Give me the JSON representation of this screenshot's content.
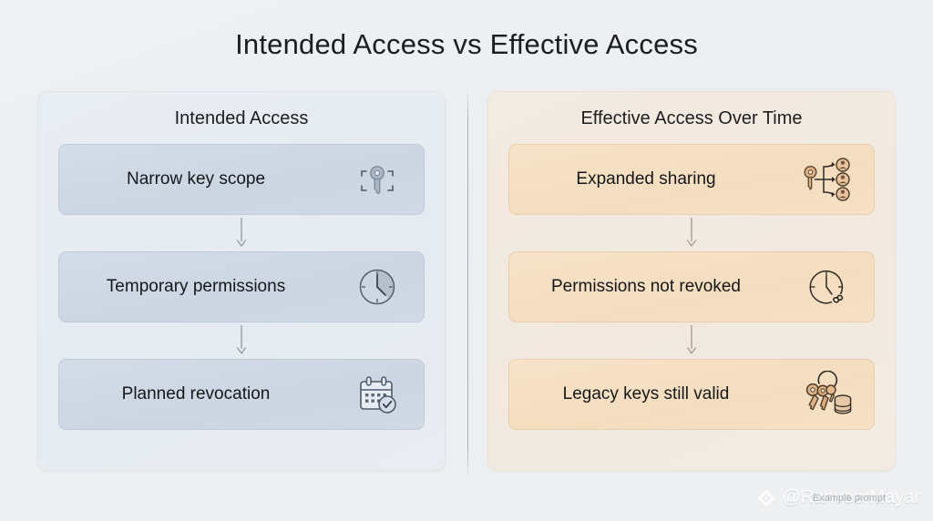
{
  "slide": {
    "title": "Intended Access vs Effective Access"
  },
  "panels": {
    "left": {
      "heading": "Intended Access",
      "accent": "#ccd6e2",
      "border": "#c0cbd9",
      "background": "#e7ecf1",
      "steps": [
        {
          "label": "Narrow key scope",
          "icon": "key-in-scope-brackets-icon"
        },
        {
          "label": "Temporary permissions",
          "icon": "clock-partial-sector-icon"
        },
        {
          "label": "Planned revocation",
          "icon": "calendar-check-icon"
        }
      ]
    },
    "right": {
      "heading": "Effective Access Over Time",
      "accent": "#f4ddbf",
      "border": "#e9cfae",
      "background": "#f1eae0",
      "steps": [
        {
          "label": "Expanded sharing",
          "icon": "key-shared-to-three-users-icon"
        },
        {
          "label": "Permissions not revoked",
          "icon": "clock-infinity-icon"
        },
        {
          "label": "Legacy keys still valid",
          "icon": "keyring-with-database-icon"
        }
      ]
    }
  },
  "connector": {
    "icon": "arrow-down-icon"
  },
  "watermark": {
    "logo_icon": "diamond-logo-icon",
    "handle": "@RanveerMayar",
    "overlay_text": "Example prompt"
  }
}
